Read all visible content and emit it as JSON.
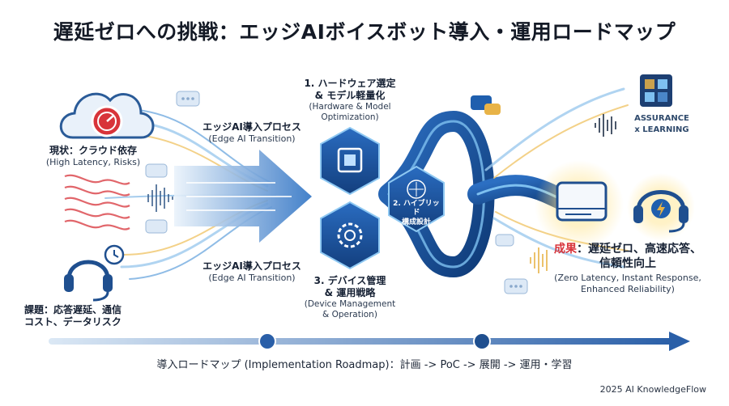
{
  "title": "遅延ゼロへの挑戦：エッジAIボイスボット導入・運用ロードマップ",
  "current_state": {
    "ja": "現状：クラウド依存",
    "en": "(High Latency, Risks)"
  },
  "issues": {
    "line1": "課題：応答遅延、通信",
    "line2": "コスト、データリスク"
  },
  "transition_top": {
    "ja": "エッジAI導入プロセス",
    "en": "(Edge AI Transition)"
  },
  "transition_bottom": {
    "ja": "エッジAI導入プロセス",
    "en": "(Edge AI Transition)"
  },
  "step1": {
    "line1": "1. ハードウェア選定",
    "line2": "& モデル軽量化",
    "en1": "(Hardware & Model",
    "en2": "Optimization)"
  },
  "step2": {
    "line1": "2. ハイブリッド",
    "line2": "構成設計"
  },
  "step3": {
    "line1": "3. デバイス管理",
    "line2": "& 運用戦略",
    "en1": "(Device Management",
    "en2": "& Operation)"
  },
  "assurance": {
    "line1": "ASSURANCE",
    "line2": "x LEARNING"
  },
  "result": {
    "line1": "成果：遅延ゼロ、高速応答、",
    "line2": "信頼性向上",
    "en1": "(Zero Latency, Instant Response,",
    "en2": "Enhanced Reliability)"
  },
  "roadmap": "導入ロードマップ (Implementation Roadmap)：計画 -> PoC -> 展開 -> 運用・学習",
  "credit": "2025 AI KnowledgeFlow",
  "colors": {
    "accent_blue": "#1f5fae",
    "dark_blue": "#123d7a",
    "light_blue": "#8ec8f2",
    "gold": "#e8b347",
    "red": "#d8343a"
  }
}
